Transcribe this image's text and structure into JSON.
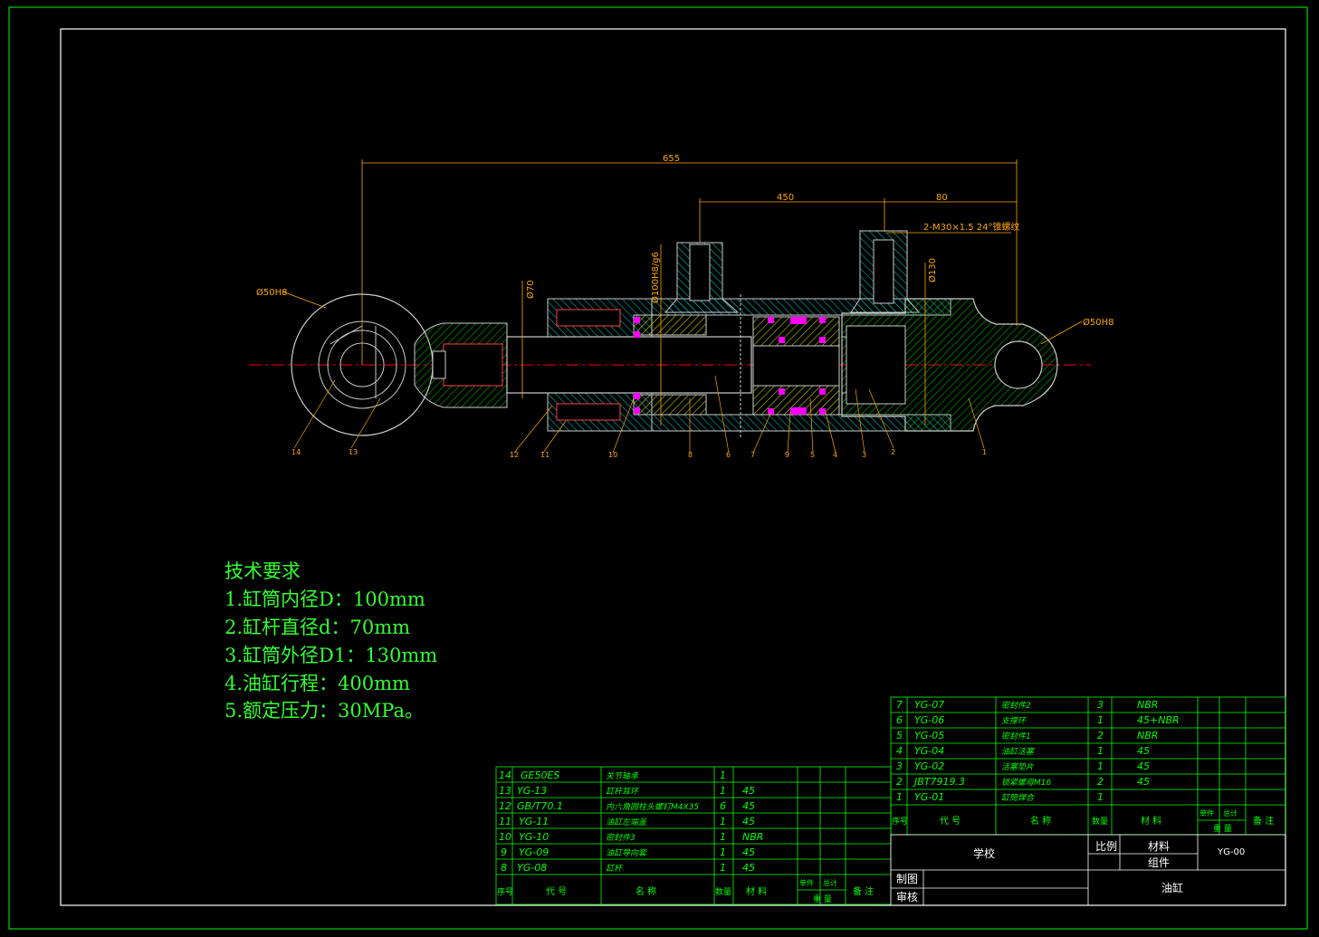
{
  "colors": {
    "background": "#000000",
    "frame": "#ffffff",
    "outer_frame": "#00ff00",
    "table_lines": "#00ff00",
    "table_text": "#00ff00",
    "part_hatch": "#00cc00",
    "dim": "#ffa500",
    "centerline": "#ff0000",
    "seal": "#ff00ff",
    "body": "#33cc33",
    "rod": "#dddd00",
    "bolt": "#ff3333",
    "requirements_text": "#33ff33"
  },
  "drawing": {
    "dims": {
      "overall": "655",
      "ports": "450",
      "rear": "80",
      "thread_note": "2-M30×1.5 24°锥螺纹",
      "bore": "Ø100H8/g6",
      "rod": "Ø70",
      "outer": "Ø130",
      "pin_left": "Ø50H8",
      "pin_right": "Ø50H8"
    },
    "balloons": [
      "14",
      "13",
      "12",
      "11",
      "10",
      "8",
      "6",
      "7",
      "9",
      "5",
      "4",
      "3",
      "2",
      "1"
    ]
  },
  "requirements": {
    "title": "技术要求",
    "items": [
      "1.缸筒内径D：100mm",
      "2.缸杆直径d：70mm",
      "3.缸筒外径D1：130mm",
      "4.油缸行程：400mm",
      "5.额定压力：30MPa。"
    ]
  },
  "bom_left": {
    "rows": [
      {
        "no": "14",
        "code": "GE50ES",
        "name": "关节轴承",
        "qty": "1",
        "mat": ""
      },
      {
        "no": "13",
        "code": "YG-13",
        "name": "缸杆耳环",
        "qty": "1",
        "mat": "45"
      },
      {
        "no": "12",
        "code": "GB/T70.1",
        "name": "内六角圆柱头螺钉M4X35",
        "qty": "6",
        "mat": "45"
      },
      {
        "no": "11",
        "code": "YG-11",
        "name": "油缸左端盖",
        "qty": "1",
        "mat": "45"
      },
      {
        "no": "10",
        "code": "YG-10",
        "name": "密封件3",
        "qty": "1",
        "mat": "NBR"
      },
      {
        "no": "9",
        "code": "YG-09",
        "name": "油缸导向套",
        "qty": "1",
        "mat": "45"
      },
      {
        "no": "8",
        "code": "YG-08",
        "name": "缸杆",
        "qty": "1",
        "mat": "45"
      }
    ],
    "header": {
      "no": "序号",
      "code": "代 号",
      "name": "名 称",
      "qty": "数量",
      "mat": "材 料",
      "unit": "单件",
      "total": "总计",
      "weight": "重 量",
      "remark": "备 注"
    }
  },
  "bom_right": {
    "rows": [
      {
        "no": "7",
        "code": "YG-07",
        "name": "密封件2",
        "qty": "3",
        "mat": "NBR"
      },
      {
        "no": "6",
        "code": "YG-06",
        "name": "支撑环",
        "qty": "1",
        "mat": "45+NBR"
      },
      {
        "no": "5",
        "code": "YG-05",
        "name": "密封件1",
        "qty": "2",
        "mat": "NBR"
      },
      {
        "no": "4",
        "code": "YG-04",
        "name": "油缸活塞",
        "qty": "1",
        "mat": "45"
      },
      {
        "no": "3",
        "code": "YG-02",
        "name": "活塞垫片",
        "qty": "1",
        "mat": "45"
      },
      {
        "no": "2",
        "code": "JBT7919.3",
        "name": "锁紧螺母M16",
        "qty": "2",
        "mat": "45"
      },
      {
        "no": "1",
        "code": "YG-01",
        "name": "缸筒焊合",
        "qty": "1",
        "mat": ""
      }
    ],
    "header": {
      "no": "序号",
      "code": "代 号",
      "name": "名 称",
      "qty": "数量",
      "mat": "材 料",
      "unit": "单件",
      "total": "总计",
      "weight": "重 量",
      "remark": "备 注"
    }
  },
  "title_block": {
    "school": "学校",
    "scale_label": "比例",
    "material_label": "材料",
    "assembly_label": "组件",
    "drawing_no": "YG-00",
    "drawn_label": "制图",
    "checked_label": "审核",
    "part_name": "油缸"
  }
}
